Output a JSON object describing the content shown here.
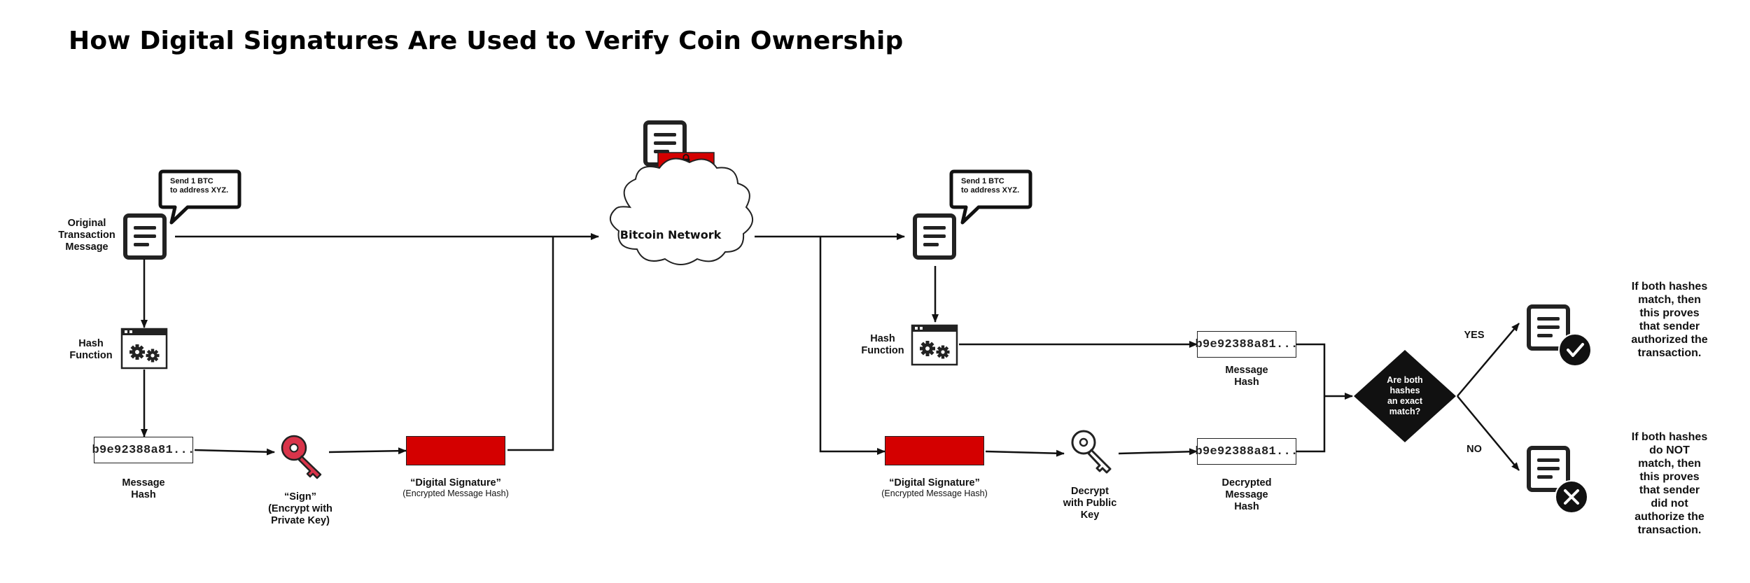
{
  "title": "How Digital Signatures Are Used to Verify Coin Ownership",
  "sender": {
    "message_label": "Original\nTransaction\nMessage",
    "bubble_text": "Send 1 BTC\nto address XYZ.",
    "hash_function_label": "Hash\nFunction",
    "hash_value": "b9e92388a81...",
    "hash_label": "Message\nHash",
    "sign_label": "“Sign”\n(Encrypt with\nPrivate Key)",
    "signature_label": "“Digital Signature”",
    "signature_sublabel": "(Encrypted Message Hash)"
  },
  "network": {
    "label": "Bitcoin Network"
  },
  "receiver": {
    "bubble_text": "Send 1 BTC\nto address XYZ.",
    "hash_function_label": "Hash\nFunction",
    "hash_value": "b9e92388a81...",
    "hash_label": "Message\nHash",
    "signature_label": "“Digital Signature”",
    "signature_sublabel": "(Encrypted Message Hash)",
    "decrypt_label": "Decrypt\nwith Public\nKey",
    "decrypted_hash_value": "b9e92388a81...",
    "decrypted_hash_label": "Decrypted\nMessage\nHash"
  },
  "decision": {
    "question": "Are both\nhashes\nan exact\nmatch?",
    "yes_label": "YES",
    "no_label": "NO",
    "yes_note": "If both hashes\nmatch, then\nthis proves\nthat sender\nauthorized the\ntransaction.",
    "no_note": "If both hashes\ndo NOT\nmatch, then\nthis proves\nthat sender\ndid not\nauthorize the\ntransaction."
  },
  "colors": {
    "signature_red": "#d40000",
    "key_red": "#d9344a",
    "ink": "#222222"
  }
}
